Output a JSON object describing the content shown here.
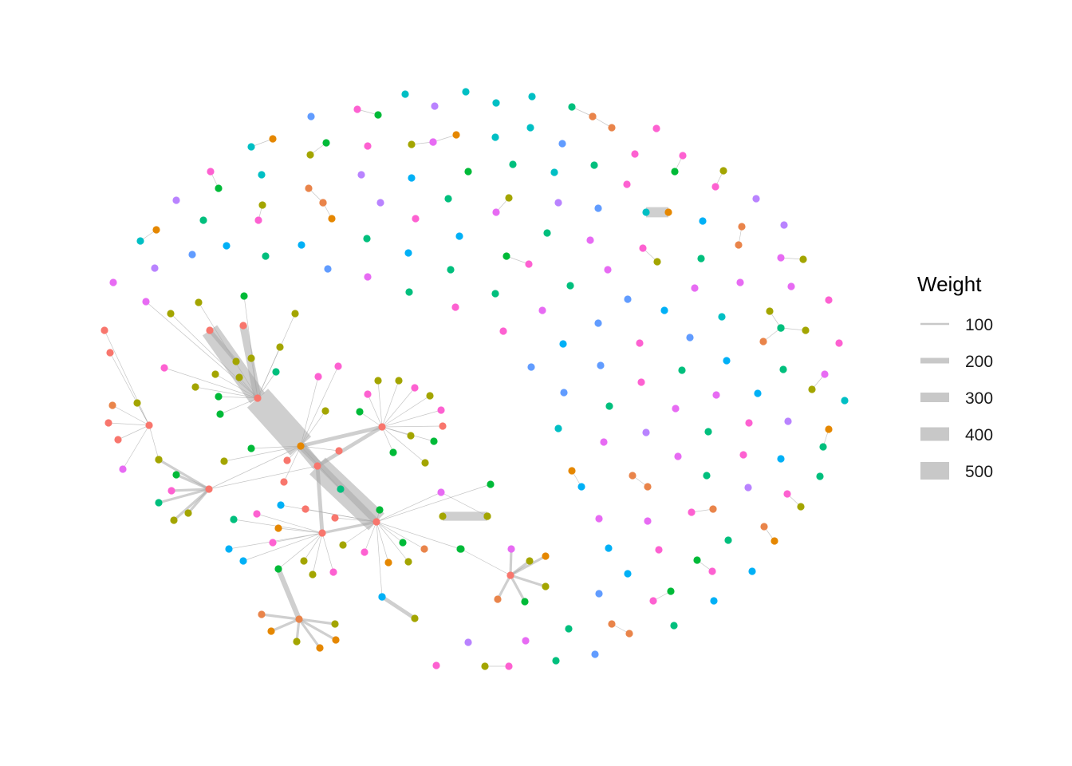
{
  "legend": {
    "title": "Weight",
    "stroke_color": "#c8c8c8",
    "entries": [
      {
        "label": "100",
        "value": 100
      },
      {
        "label": "200",
        "value": 200
      },
      {
        "label": "300",
        "value": 300
      },
      {
        "label": "400",
        "value": 400
      },
      {
        "label": "500",
        "value": 500
      }
    ]
  },
  "palette": {
    "salmon": "#F8766D",
    "orange": "#E58700",
    "coral": "#E9844A",
    "olive": "#A3A500",
    "green": "#00BA38",
    "teal": "#00BF7D",
    "cyan": "#00BFC4",
    "blue": "#00B0F6",
    "periwinkle": "#619CFF",
    "purple": "#B983FF",
    "magenta": "#E76BF3",
    "pink": "#FD61D1",
    "edge": "#a8a8a8"
  }
}
